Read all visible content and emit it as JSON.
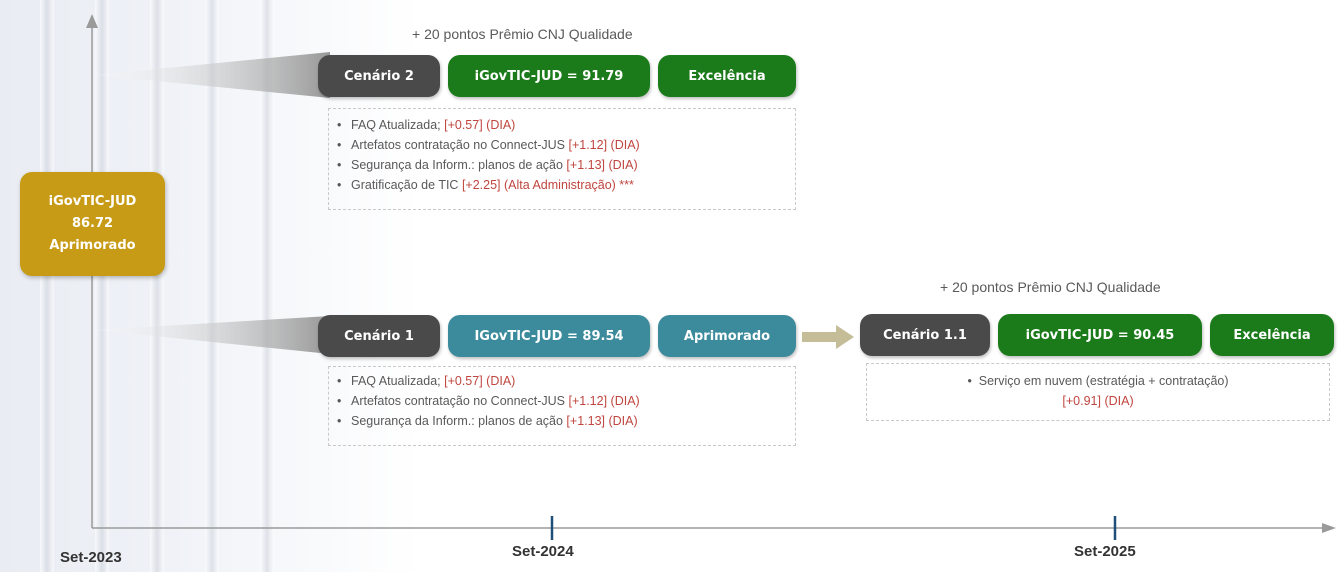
{
  "timeline": {
    "ticks": [
      "Set-2023",
      "Set-2024",
      "Set-2025"
    ]
  },
  "current": {
    "line1": "iGovTIC-JUD",
    "line2": "86.72",
    "line3": "Aprimorado"
  },
  "scenario2": {
    "prize": "+ 20 pontos Prêmio CNJ Qualidade",
    "name": "Cenário 2",
    "score": "iGovTIC-JUD  = 91.79",
    "level": "Excelência",
    "items": [
      {
        "text": "FAQ Atualizada; ",
        "delta": "[+0.57] (DIA)"
      },
      {
        "text": "Artefatos contratação no Connect-JUS ",
        "delta": "[+1.12] (DIA)"
      },
      {
        "text": "Segurança da Inform.: planos de ação ",
        "delta": "[+1.13] (DIA)"
      },
      {
        "text": "Gratificação de TIC ",
        "delta": "[+2.25] (Alta Administração) ***"
      }
    ]
  },
  "scenario1": {
    "name": "Cenário 1",
    "score": "IGovTIC-JUD  = 89.54",
    "level": "Aprimorado",
    "items": [
      {
        "text": "FAQ Atualizada; ",
        "delta": "[+0.57] (DIA)"
      },
      {
        "text": "Artefatos contratação no Connect-JUS ",
        "delta": "[+1.12] (DIA)"
      },
      {
        "text": "Segurança da Inform.: planos de ação ",
        "delta": "[+1.13] (DIA)"
      }
    ]
  },
  "scenario11": {
    "prize": "+ 20 pontos Prêmio CNJ Qualidade",
    "name": "Cenário 1.1",
    "score": "iGovTIC-JUD  = 90.45",
    "level": "Excelência",
    "item_text": "Serviço em nuvem (estratégia + contratação)",
    "item_delta": "[+0.91] (DIA)"
  },
  "colors": {
    "gray": "#4a4a4a",
    "green": "#1b7b1a",
    "teal": "#3c8b9c",
    "gold": "#c89b16",
    "delta_red": "#c0463f",
    "arrow": "#c4bd97"
  }
}
